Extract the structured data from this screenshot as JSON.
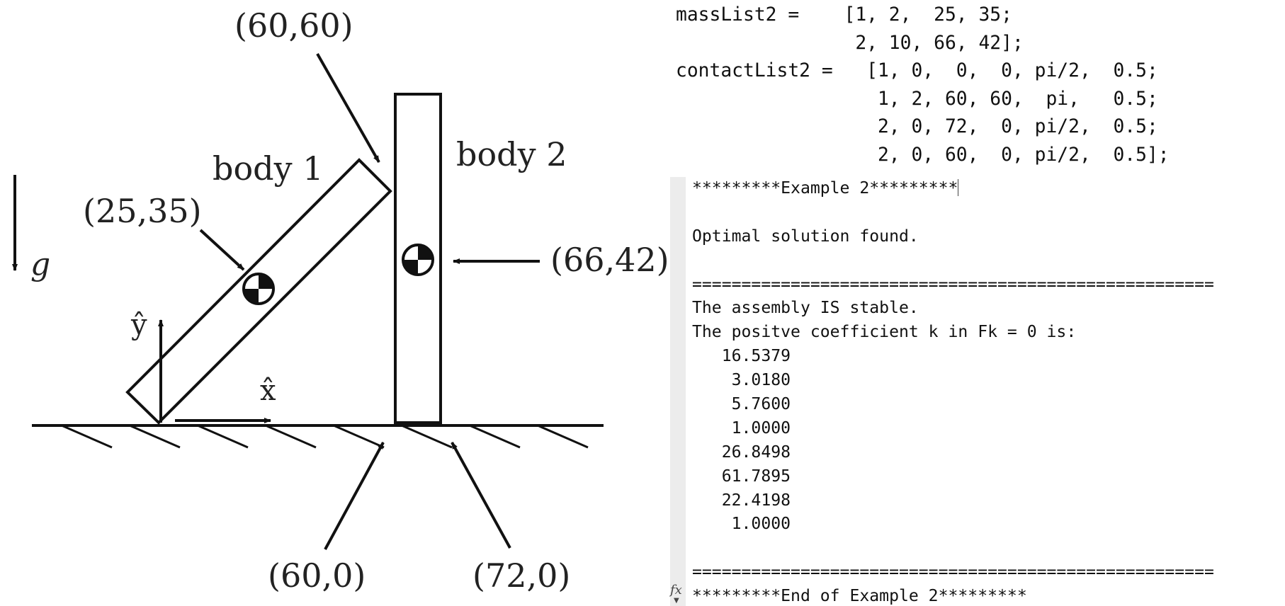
{
  "diagram": {
    "body1_label": "body 1",
    "body2_label": "body 2",
    "gravity_label": "g",
    "x_axis_label": "x̂",
    "y_axis_label": "ŷ",
    "contact_top_label": "(60,60)",
    "body1_com_label": "(25,35)",
    "body2_com_label": "(66,42)",
    "contact_ground_1_label": "(60,0)",
    "contact_ground_2_label": "(72,0)"
  },
  "code": {
    "lines": [
      "massList2 =    [1, 2,  25, 35;",
      "                2, 10, 66, 42];",
      "contactList2 =   [1, 0,  0,  0, pi/2,  0.5;",
      "                  1, 2, 60, 60,  pi,   0.5;",
      "                  2, 0, 72,  0, pi/2,  0.5;",
      "                  2, 0, 60,  0, pi/2,  0.5];"
    ]
  },
  "console": {
    "lines": [
      "*********Example 2*********",
      "",
      "Optimal solution found.",
      "",
      "=====================================================",
      "The assembly IS stable.",
      "The positve coefficient k in Fk = 0 is:",
      "   16.5379",
      "    3.0180",
      "    5.7600",
      "    1.0000",
      "   26.8498",
      "   61.7895",
      "   22.4198",
      "    1.0000",
      "",
      "=====================================================",
      "*********End of Example 2*********"
    ],
    "prompt_icon": "fx"
  }
}
